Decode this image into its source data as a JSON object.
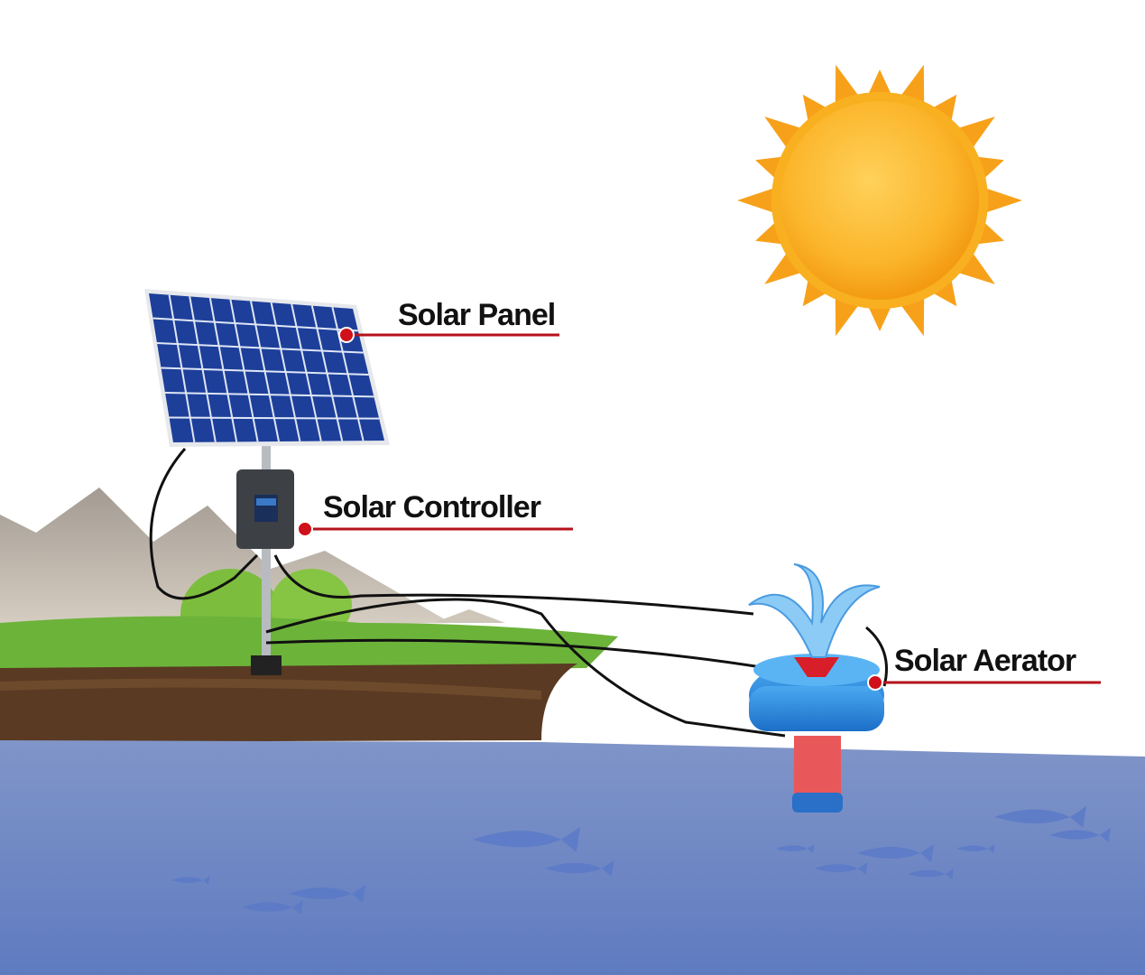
{
  "labels": {
    "solar_panel": "Solar Panel",
    "solar_controller": "Solar Controller",
    "solar_aerator": "Solar Aerator"
  },
  "colors": {
    "label_line": "#b5121b",
    "label_dot": "#d0101a",
    "sun": "#f7a11a",
    "water": "#6c84c2",
    "grass": "#6cb33a",
    "soil": "#5a3a22",
    "panel": "#1d3f9a",
    "aerator_float": "#2f8fe0",
    "aerator_pump": "#e8585a"
  },
  "icons": [
    "sun-icon",
    "solar-panel-icon",
    "controller-icon",
    "aerator-icon",
    "fish-icon"
  ]
}
